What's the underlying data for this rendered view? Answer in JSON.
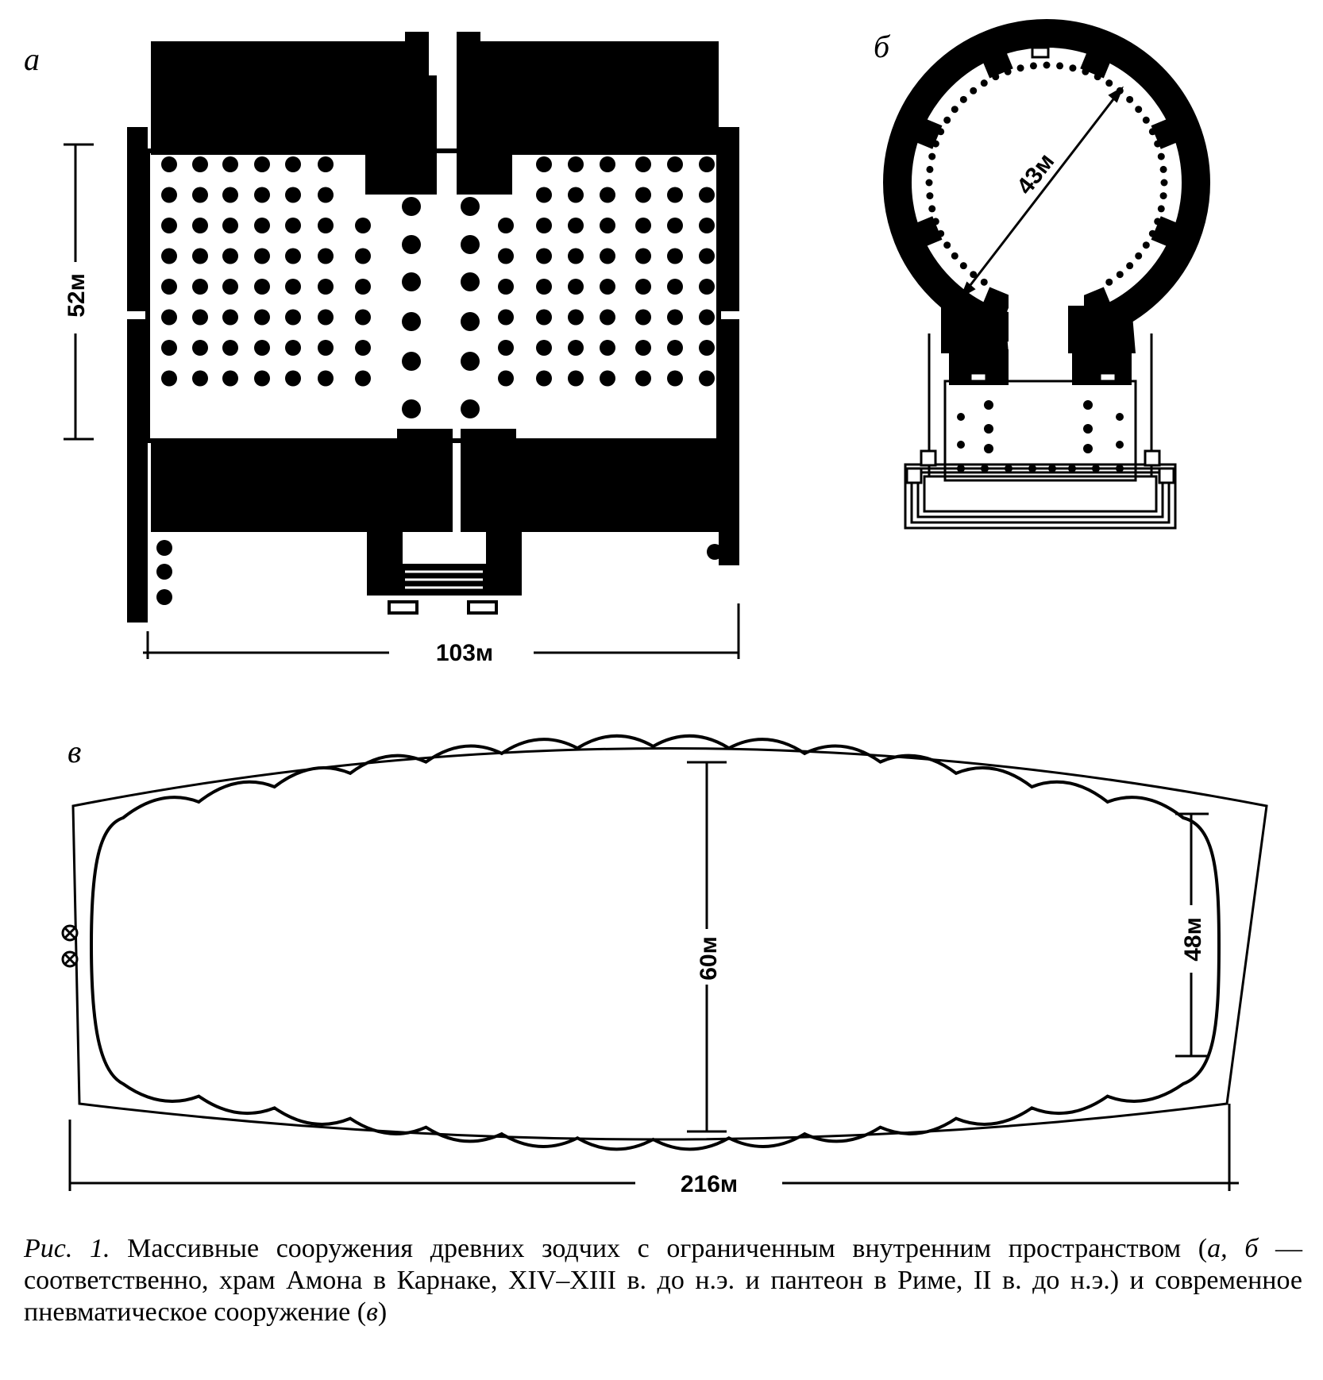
{
  "panels": {
    "a": {
      "letter": "а",
      "width_label": "103м",
      "height_label": "52м"
    },
    "b": {
      "letter": "б",
      "diameter_label": "43м"
    },
    "v": {
      "letter": "в",
      "length_label": "216м",
      "center_label": "60м",
      "end_label": "48м"
    }
  },
  "caption": {
    "lead": "Рис. 1.",
    "part1": " Массивные сооружения древних зодчих с ограниченным внутренним пространством (",
    "letters_ab": "а, б",
    "part2": " — соответственно, храм Амона в Карнаке, XIV–XIII в. до н.э. и пантеон в Риме, II в. до н.э.) и современное пневматическое сооружение (",
    "letter_v": "в",
    "part3": ")"
  }
}
